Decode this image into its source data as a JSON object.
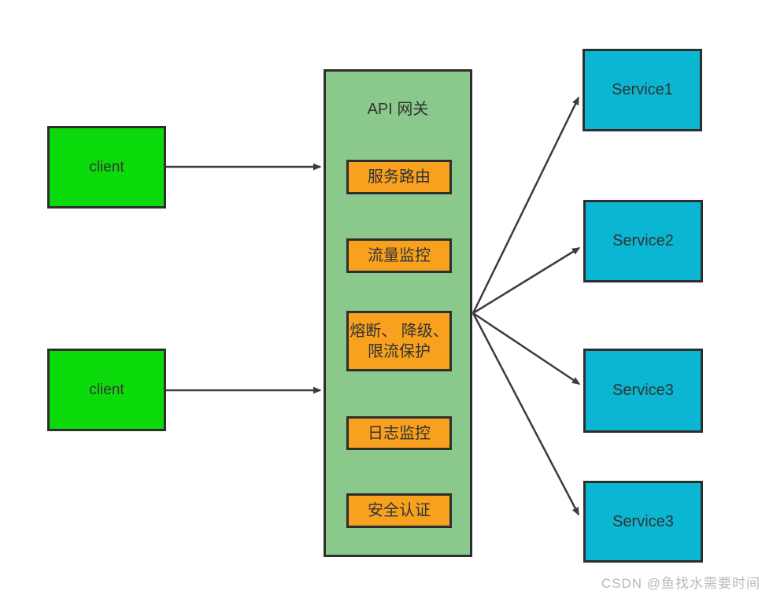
{
  "diagram": {
    "clients": [
      {
        "label": "client"
      },
      {
        "label": "client"
      }
    ],
    "gateway": {
      "title": "API 网关",
      "modules": [
        {
          "label": "服务路由"
        },
        {
          "label": "流量监控"
        },
        {
          "label": "熔断、 降级、 限流保护"
        },
        {
          "label": "日志监控"
        },
        {
          "label": "安全认证"
        }
      ]
    },
    "services": [
      {
        "label": "Service1"
      },
      {
        "label": "Service2"
      },
      {
        "label": "Service3"
      },
      {
        "label": "Service3"
      }
    ]
  },
  "watermark": "CSDN @鱼找水需要时间",
  "colors": {
    "client_fill": "#0bdb0b",
    "gateway_fill": "#8bc88b",
    "module_fill": "#f8a11e",
    "service_fill": "#0ab6d2",
    "box_border": "#2e2e2e",
    "arrow": "#3c3c3c",
    "text": "#333333",
    "watermark_text": "#b9b9b9"
  }
}
